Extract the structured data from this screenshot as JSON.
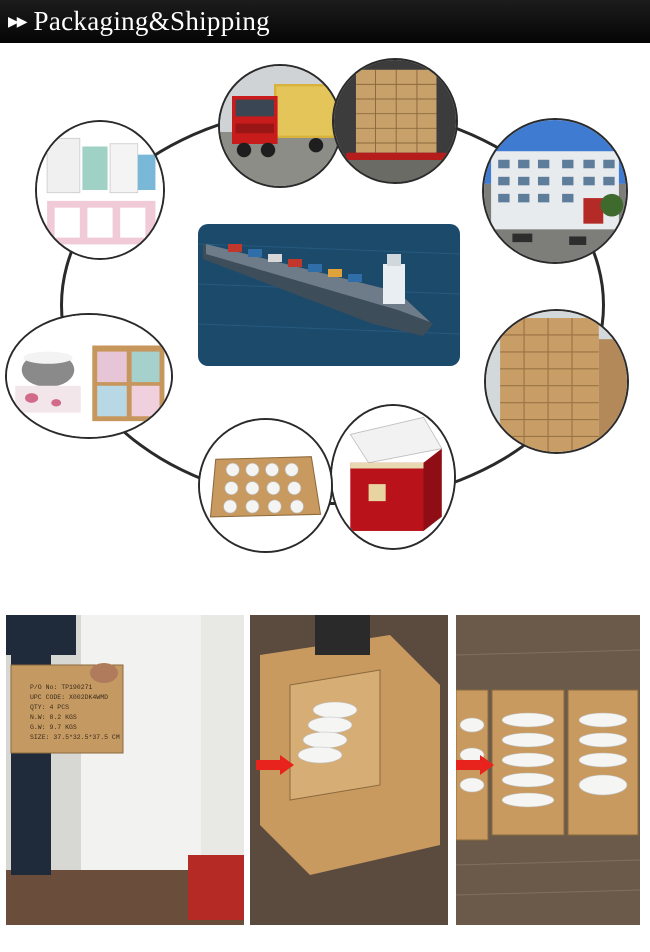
{
  "header": {
    "arrows": "▶▶",
    "title": "Packaging&Shipping"
  },
  "carton": {
    "po": "P/O No: TP190271",
    "upc": "UPC CODE: X002DK4WMD",
    "qty": "QTY:   4  PCS",
    "nw": "N.W:   8.2  KGS",
    "gw": "G.W:   9.7  KGS",
    "size": "SIZE: 37.5*32.5*37.5 CM"
  },
  "colors": {
    "header_bg": "#0a0a0a",
    "ring": "#2a2a2a",
    "arrow": "#e8231d",
    "sea": "#1c4a6b",
    "cardboard": "#c79a62"
  },
  "icons": [
    "truck-photo",
    "loaded-container-photo",
    "factory-building-photo",
    "warehouse-cartons-photo",
    "gift-box-photo",
    "egg-crate-mugs-photo",
    "bowl-and-mug-set-photo",
    "gift-boxes-mugs-photo",
    "cargo-ship-photo"
  ]
}
